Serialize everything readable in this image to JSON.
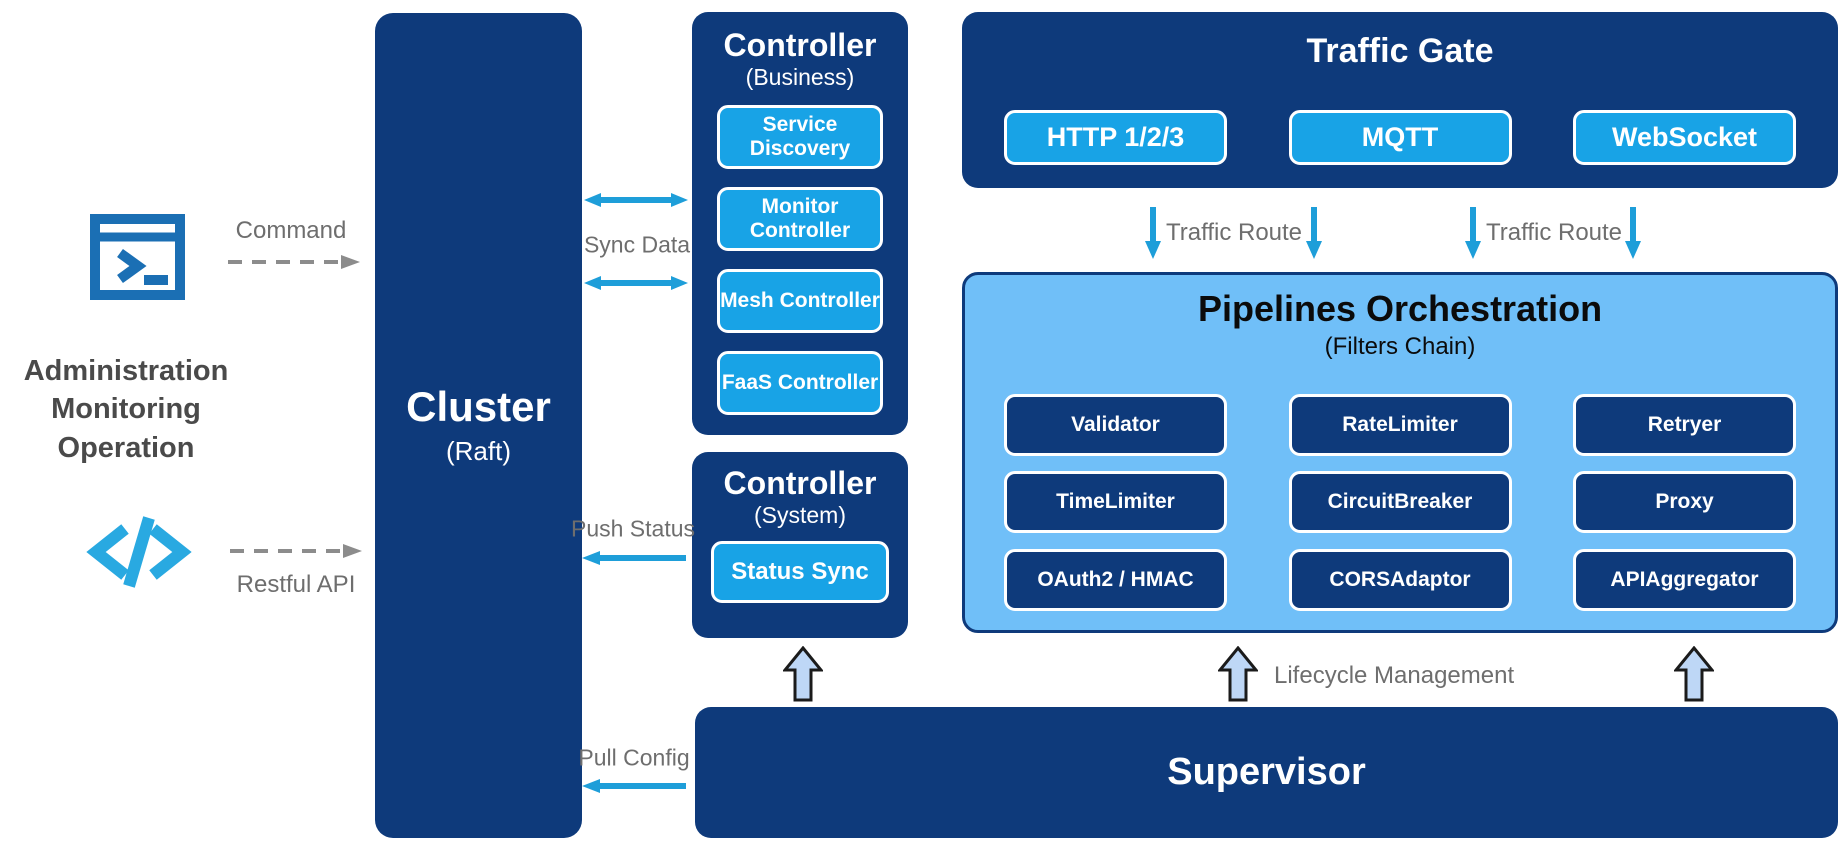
{
  "colors": {
    "navy": "#0E3A7B",
    "chip_blue": "#18A3E6",
    "pipelines_bg": "#70BFF8",
    "arrow_blue": "#1E9ED9",
    "dashed_arrow_gray": "#8C8C8C",
    "label_gray": "#6E6E6E",
    "admin_text_gray": "#4A4A4A",
    "terminal_icon_blue": "#1B6FB4",
    "code_icon_blue": "#29A9E1",
    "lifecycle_arrow_fill": "#BED7F6",
    "lifecycle_arrow_stroke": "#1b1b1b"
  },
  "admin": {
    "lines": [
      "Administration",
      "Monitoring",
      "Operation"
    ],
    "command_label": "Command",
    "restful_label": "Restful API",
    "icons": [
      "terminal-icon",
      "code-icon"
    ]
  },
  "cluster": {
    "title": "Cluster",
    "subtitle": "(Raft)"
  },
  "controller_business": {
    "title": "Controller",
    "subtitle": "(Business)",
    "buttons": [
      "Service Discovery",
      "Monitor Controller",
      "Mesh Controller",
      "FaaS Controller"
    ]
  },
  "controller_system": {
    "title": "Controller",
    "subtitle": "(System)",
    "buttons": [
      "Status Sync"
    ]
  },
  "traffic_gate": {
    "title": "Traffic Gate",
    "buttons": [
      "HTTP 1/2/3",
      "MQTT",
      "WebSocket"
    ]
  },
  "pipelines": {
    "title": "Pipelines Orchestration",
    "subtitle": "(Filters Chain)",
    "filters": [
      [
        "Validator",
        "RateLimiter",
        "Retryer"
      ],
      [
        "TimeLimiter",
        "CircuitBreaker",
        "Proxy"
      ],
      [
        "OAuth2 / HMAC",
        "CORSAdaptor",
        "APIAggregator"
      ]
    ]
  },
  "supervisor": {
    "title": "Supervisor"
  },
  "arrows": {
    "sync_data": "Sync Data",
    "push_status": "Push Status",
    "pull_config": "Pull Config",
    "traffic_route": "Traffic Route",
    "lifecycle": "Lifecycle Management"
  }
}
